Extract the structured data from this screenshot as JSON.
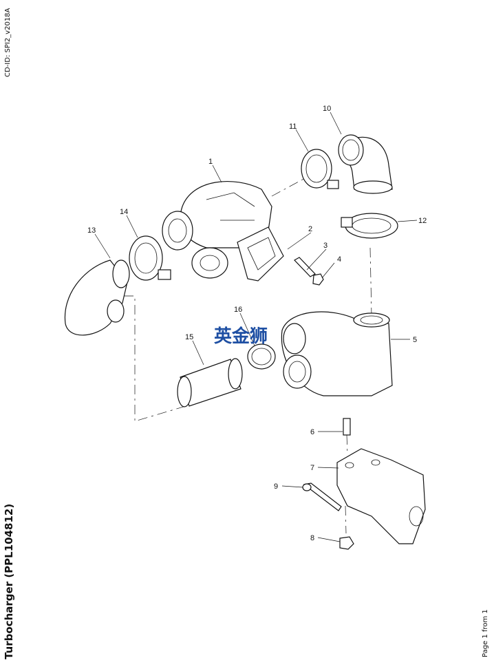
{
  "doc_id": "CD-ID: SPI2_v2018A",
  "title": "Turbocharger (PPL104812)",
  "page_info": "Page 1 from 1",
  "watermark": "英金狮",
  "callouts": [
    "1",
    "2",
    "3",
    "4",
    "5",
    "6",
    "7",
    "8",
    "9",
    "10",
    "11",
    "12",
    "13",
    "14",
    "15",
    "16"
  ]
}
